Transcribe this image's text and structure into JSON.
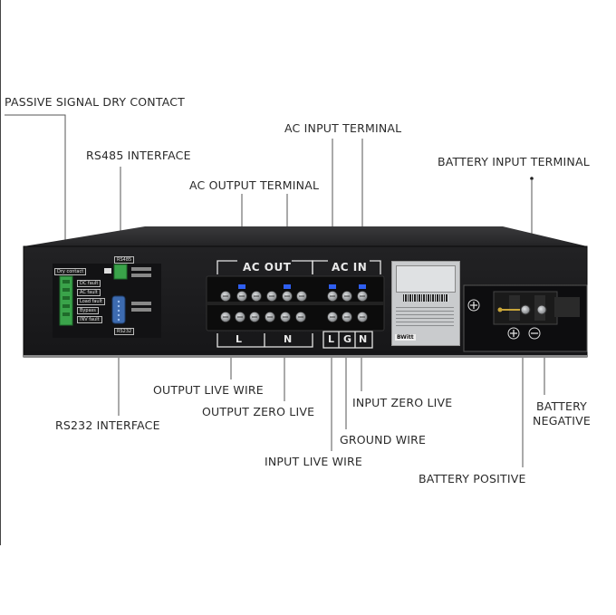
{
  "callouts": {
    "dry_contact": "PASSIVE SIGNAL DRY CONTACT",
    "rs485": "RS485 INTERFACE",
    "ac_input": "AC INPUT TERMINAL",
    "battery_input": "BATTERY INPUT TERMINAL",
    "ac_output": "AC OUTPUT TERMINAL",
    "output_live": "OUTPUT LIVE WIRE",
    "output_zero": "OUTPUT ZERO LIVE",
    "input_zero": "INPUT ZERO LIVE",
    "ground": "GROUND WIRE",
    "input_live": "INPUT LIVE WIRE",
    "rs232": "RS232 INTERFACE",
    "battery_negative_1": "BATTERY",
    "battery_negative_2": "NEGATIVE",
    "battery_positive": "BATTERY POSITIVE"
  },
  "panel": {
    "ac_out": "AC OUT",
    "ac_in": "AC IN",
    "out_L": "L",
    "out_N": "N",
    "in_L": "L",
    "in_G": "G",
    "in_N": "N",
    "dry_contact_title": "Dry contact",
    "dry_items": [
      "DC fault",
      "AC fault",
      "Load fault",
      "Bypass",
      "INV fault"
    ],
    "rs485_tag": "RS485",
    "rs232_tag": "RS232",
    "brand": "BWitt"
  },
  "colors": {
    "chassis": "#1f1f21",
    "panel": "#141416",
    "terminal_block": "#0c0c0c",
    "screw": "#a9abad",
    "blue_wire": "#2f5ff0",
    "leader": "#555555",
    "text": "#2a2a2a"
  }
}
